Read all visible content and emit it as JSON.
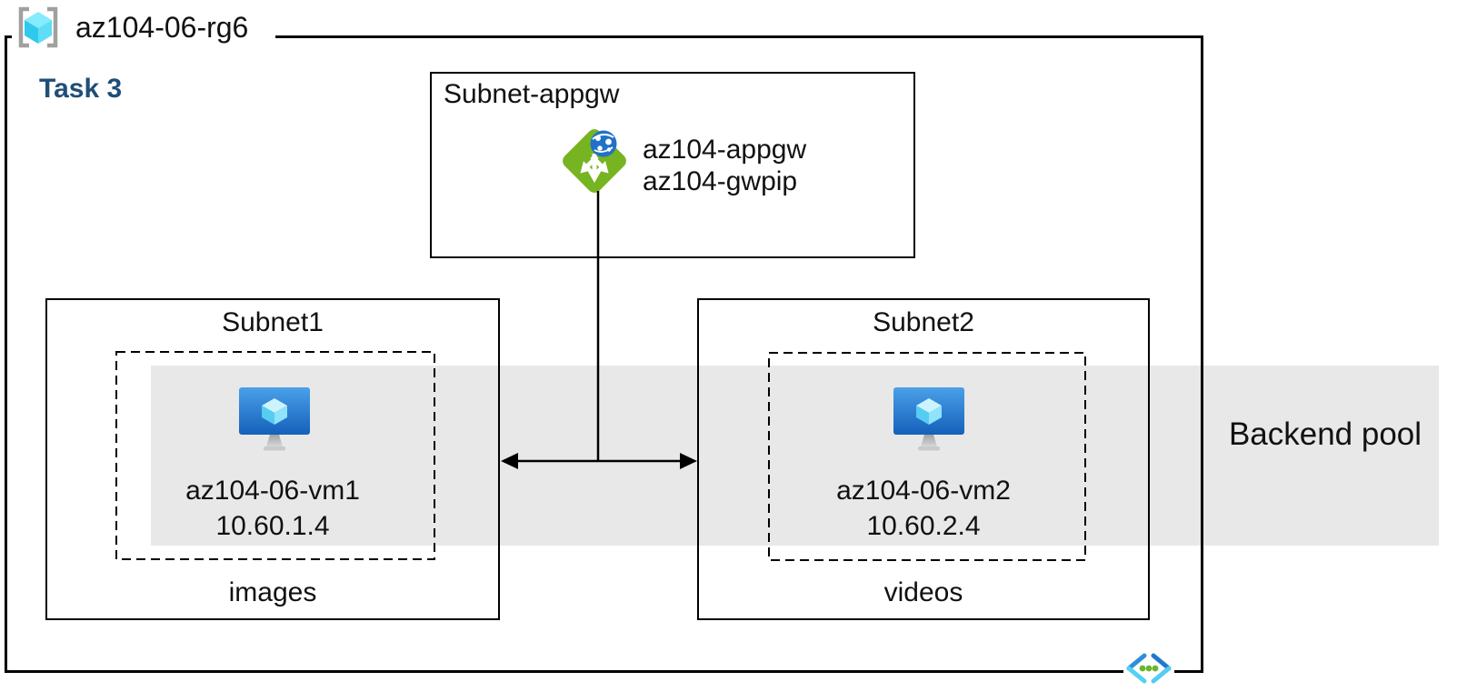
{
  "resource_group": {
    "name": "az104-06-rg6"
  },
  "task": {
    "label": "Task 3"
  },
  "appgw_subnet": {
    "title": "Subnet-appgw",
    "gateway": {
      "lines": [
        "az104-appgw",
        "az104-gwpip"
      ]
    }
  },
  "subnet1": {
    "title": "Subnet1",
    "vm": {
      "name": "az104-06-vm1",
      "ip": "10.60.1.4"
    },
    "caption": "images"
  },
  "subnet2": {
    "title": "Subnet2",
    "vm": {
      "name": "az104-06-vm2",
      "ip": "10.60.2.4"
    },
    "caption": "videos"
  },
  "backend_pool": {
    "label": "Backend pool"
  },
  "icons": {
    "resource_group": "resource-group-icon",
    "application_gateway": "application-gateway-icon",
    "virtual_machine": "virtual-machine-icon",
    "virtual_network": "virtual-network-icon"
  },
  "colors": {
    "task_heading": "#1f4e79",
    "backend_band": "#e8e8e8",
    "appgw_green": "#77b421",
    "globe_blue": "#1f72c8",
    "vm_blue_top": "#4aa0e8",
    "vm_blue_bottom": "#1560bb",
    "cube_cyan": "#50d8f4",
    "vnet_dot_green": "#6cb52c",
    "line_black": "#000000"
  }
}
